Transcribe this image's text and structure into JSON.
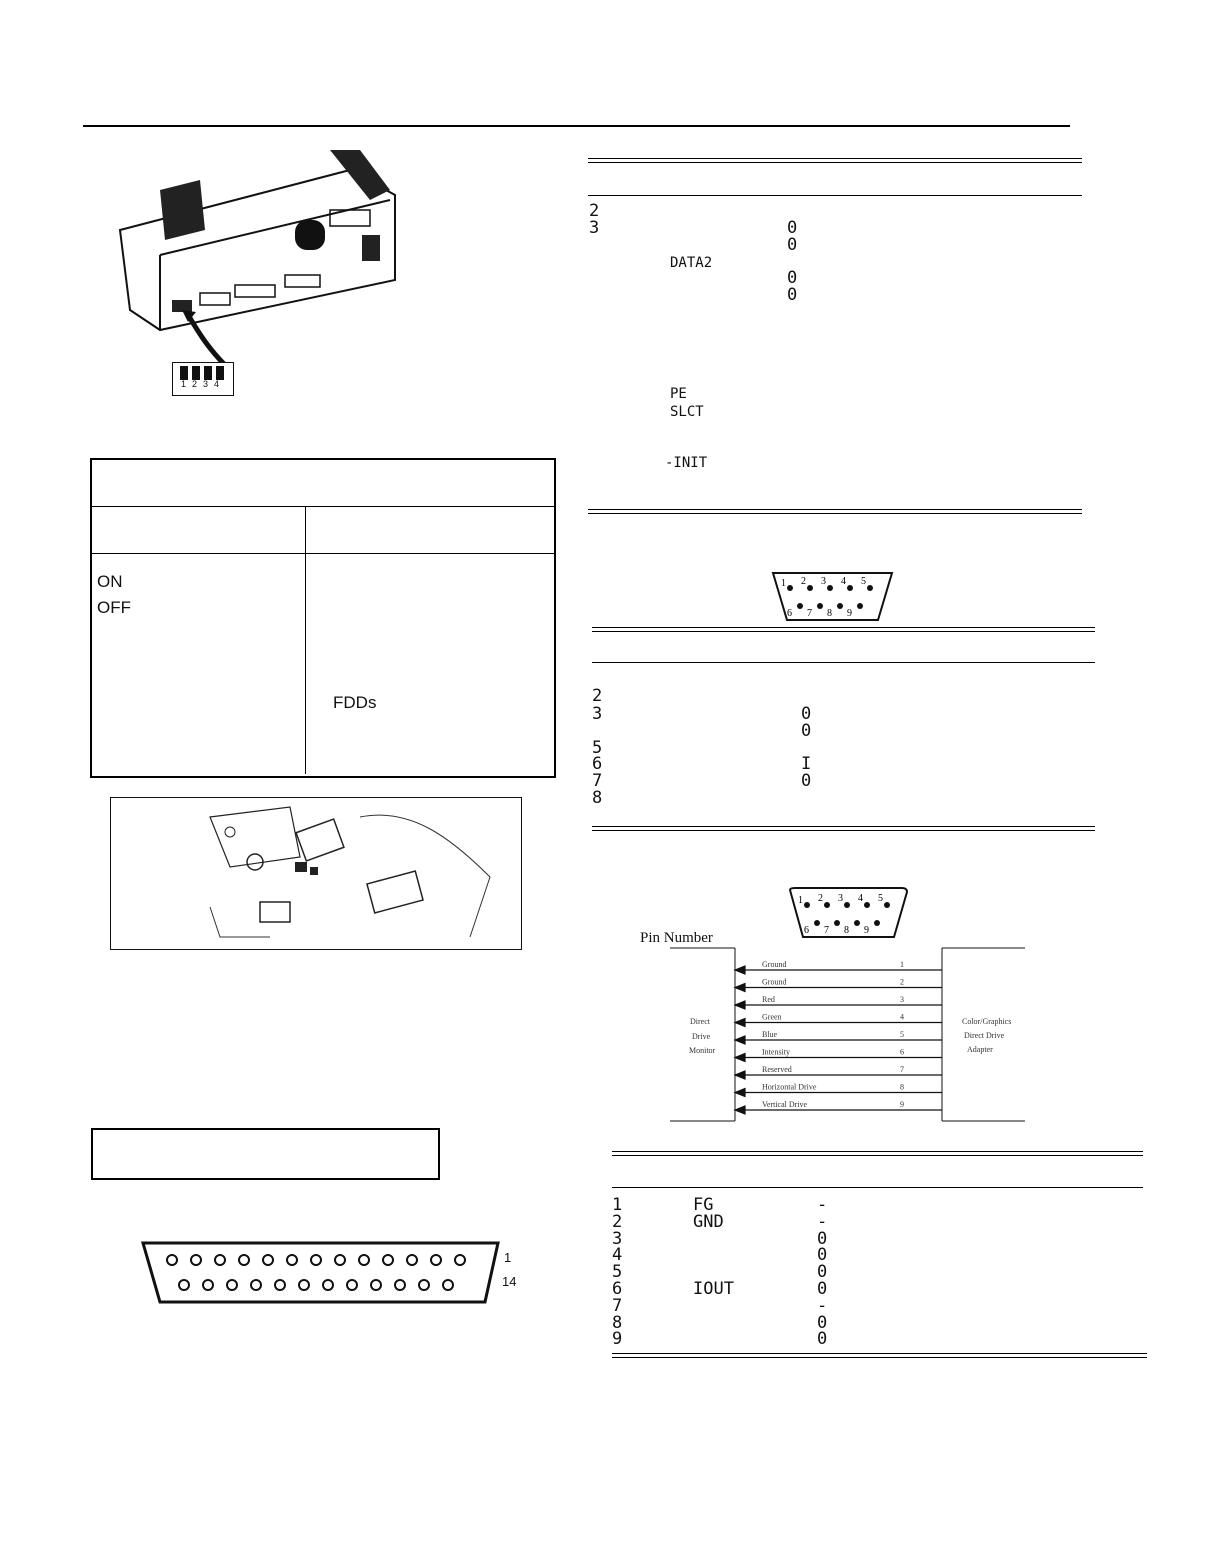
{
  "dip_switch_labels": [
    "1",
    "2",
    "3",
    "4"
  ],
  "switch_table": {
    "rows": [
      "ON",
      "OFF"
    ],
    "note": "FDDs"
  },
  "parallel_rows": {
    "pins": [
      "2",
      "3"
    ],
    "dirs": [
      "0",
      "0",
      "0",
      "0"
    ],
    "signals": [
      "DATA2",
      "PE",
      "SLCT",
      "-INIT"
    ]
  },
  "serial_connector": {
    "top_pins": [
      "1",
      "2",
      "3",
      "4",
      "5"
    ],
    "bottom_pins": [
      "6",
      "7",
      "8",
      "9"
    ]
  },
  "serial_rows": {
    "pins": [
      "2",
      "3",
      "5",
      "6",
      "7",
      "8"
    ],
    "dirs": [
      "0",
      "0",
      "I",
      "0"
    ]
  },
  "video_diagram": {
    "pin_number_label": "Pin Number",
    "left_device": [
      "Direct",
      "Drive",
      "Monitor"
    ],
    "right_device": [
      "Color/Graphics",
      "Direct Drive",
      "Adapter"
    ],
    "signals": [
      {
        "name": "Ground",
        "pin": "1"
      },
      {
        "name": "Ground",
        "pin": "2"
      },
      {
        "name": "Red",
        "pin": "3"
      },
      {
        "name": "Green",
        "pin": "4"
      },
      {
        "name": "Blue",
        "pin": "5"
      },
      {
        "name": "Intensity",
        "pin": "6"
      },
      {
        "name": "Reserved",
        "pin": "7"
      },
      {
        "name": "Horizontal Drive",
        "pin": "8"
      },
      {
        "name": "Vertical Drive",
        "pin": "9"
      }
    ]
  },
  "video_table": {
    "pins": [
      "1",
      "2",
      "3",
      "4",
      "5",
      "6",
      "7",
      "8",
      "9"
    ],
    "signals": [
      "FG",
      "GND",
      "",
      "",
      "",
      "IOUT",
      "",
      "",
      ""
    ],
    "dirs": [
      "-",
      "-",
      "0",
      "0",
      "0",
      "0",
      "-",
      "0",
      "0"
    ]
  },
  "db25": {
    "label_top": "1",
    "label_bottom": "14"
  }
}
